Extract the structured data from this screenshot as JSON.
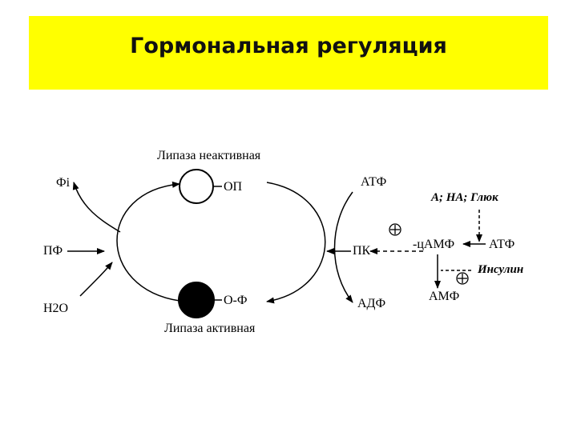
{
  "title": "Гормональная регуляция",
  "labels": {
    "lipase_inactive": "Липаза неактивная",
    "lipase_active": "Липаза активная",
    "fi": "Фi",
    "pf": "ПФ",
    "h2o": "Н2О",
    "op": "ОП",
    "of": "О-Ф",
    "atf_left": "АТФ",
    "pk": "ПК",
    "adf": "АДФ",
    "hormones": "А; НА; Глюк",
    "camf": "-цАМФ",
    "atf_right": "АТФ",
    "insulin": "Инсулин",
    "amf": "АМФ",
    "plus": "+"
  }
}
